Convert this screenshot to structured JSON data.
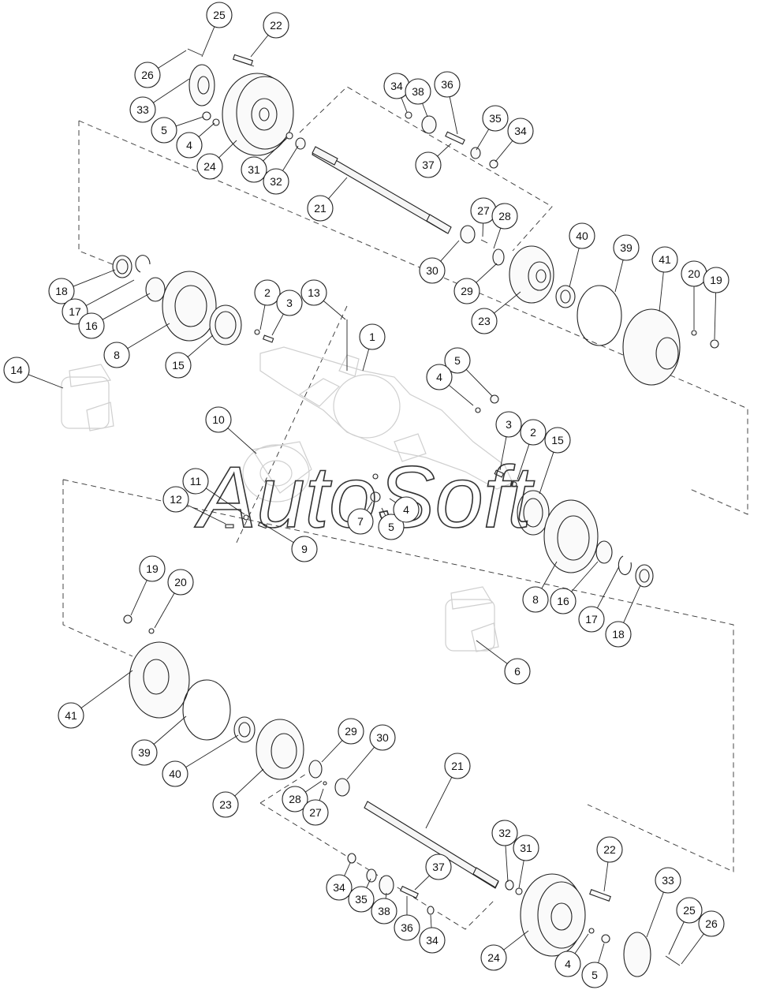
{
  "watermark": "AutoSoft",
  "callouts": [
    {
      "id": "c1",
      "label": "25"
    },
    {
      "id": "c2",
      "label": "22"
    },
    {
      "id": "c3",
      "label": "26"
    },
    {
      "id": "c4",
      "label": "33"
    },
    {
      "id": "c5",
      "label": "5"
    },
    {
      "id": "c6",
      "label": "4"
    },
    {
      "id": "c7",
      "label": "24"
    },
    {
      "id": "c8",
      "label": "31"
    },
    {
      "id": "c9",
      "label": "32"
    },
    {
      "id": "c10",
      "label": "21"
    },
    {
      "id": "c11",
      "label": "34"
    },
    {
      "id": "c12",
      "label": "38"
    },
    {
      "id": "c13",
      "label": "36"
    },
    {
      "id": "c14",
      "label": "35"
    },
    {
      "id": "c15",
      "label": "34"
    },
    {
      "id": "c16",
      "label": "37"
    },
    {
      "id": "c17",
      "label": "27"
    },
    {
      "id": "c18",
      "label": "28"
    },
    {
      "id": "c19",
      "label": "30"
    },
    {
      "id": "c20",
      "label": "29"
    },
    {
      "id": "c21",
      "label": "40"
    },
    {
      "id": "c22",
      "label": "39"
    },
    {
      "id": "c23",
      "label": "41"
    },
    {
      "id": "c24",
      "label": "20"
    },
    {
      "id": "c25",
      "label": "19"
    },
    {
      "id": "c26",
      "label": "23"
    },
    {
      "id": "c27",
      "label": "18"
    },
    {
      "id": "c28",
      "label": "17"
    },
    {
      "id": "c29",
      "label": "16"
    },
    {
      "id": "c30",
      "label": "8"
    },
    {
      "id": "c31",
      "label": "2"
    },
    {
      "id": "c32",
      "label": "3"
    },
    {
      "id": "c33",
      "label": "13"
    },
    {
      "id": "c34",
      "label": "15"
    },
    {
      "id": "c35",
      "label": "1"
    },
    {
      "id": "c36",
      "label": "14"
    },
    {
      "id": "c37",
      "label": "5"
    },
    {
      "id": "c38",
      "label": "4"
    },
    {
      "id": "c39",
      "label": "10"
    },
    {
      "id": "c40",
      "label": "3"
    },
    {
      "id": "c41",
      "label": "2"
    },
    {
      "id": "c42",
      "label": "15"
    },
    {
      "id": "c43",
      "label": "11"
    },
    {
      "id": "c44",
      "label": "12"
    },
    {
      "id": "c45",
      "label": "7"
    },
    {
      "id": "c46",
      "label": "5"
    },
    {
      "id": "c47",
      "label": "4"
    },
    {
      "id": "c48",
      "label": "9"
    },
    {
      "id": "c49",
      "label": "8"
    },
    {
      "id": "c50",
      "label": "16"
    },
    {
      "id": "c51",
      "label": "17"
    },
    {
      "id": "c52",
      "label": "18"
    },
    {
      "id": "c53",
      "label": "19"
    },
    {
      "id": "c54",
      "label": "20"
    },
    {
      "id": "c55",
      "label": "6"
    },
    {
      "id": "c56",
      "label": "41"
    },
    {
      "id": "c57",
      "label": "39"
    },
    {
      "id": "c58",
      "label": "40"
    },
    {
      "id": "c59",
      "label": "29"
    },
    {
      "id": "c60",
      "label": "30"
    },
    {
      "id": "c61",
      "label": "23"
    },
    {
      "id": "c62",
      "label": "28"
    },
    {
      "id": "c63",
      "label": "27"
    },
    {
      "id": "c64",
      "label": "21"
    },
    {
      "id": "c65",
      "label": "32"
    },
    {
      "id": "c66",
      "label": "31"
    },
    {
      "id": "c67",
      "label": "22"
    },
    {
      "id": "c68",
      "label": "37"
    },
    {
      "id": "c69",
      "label": "34"
    },
    {
      "id": "c70",
      "label": "35"
    },
    {
      "id": "c71",
      "label": "38"
    },
    {
      "id": "c72",
      "label": "36"
    },
    {
      "id": "c73",
      "label": "34"
    },
    {
      "id": "c74",
      "label": "33"
    },
    {
      "id": "c75",
      "label": "25"
    },
    {
      "id": "c76",
      "label": "26"
    },
    {
      "id": "c77",
      "label": "24"
    },
    {
      "id": "c78",
      "label": "4"
    },
    {
      "id": "c79",
      "label": "5"
    }
  ]
}
